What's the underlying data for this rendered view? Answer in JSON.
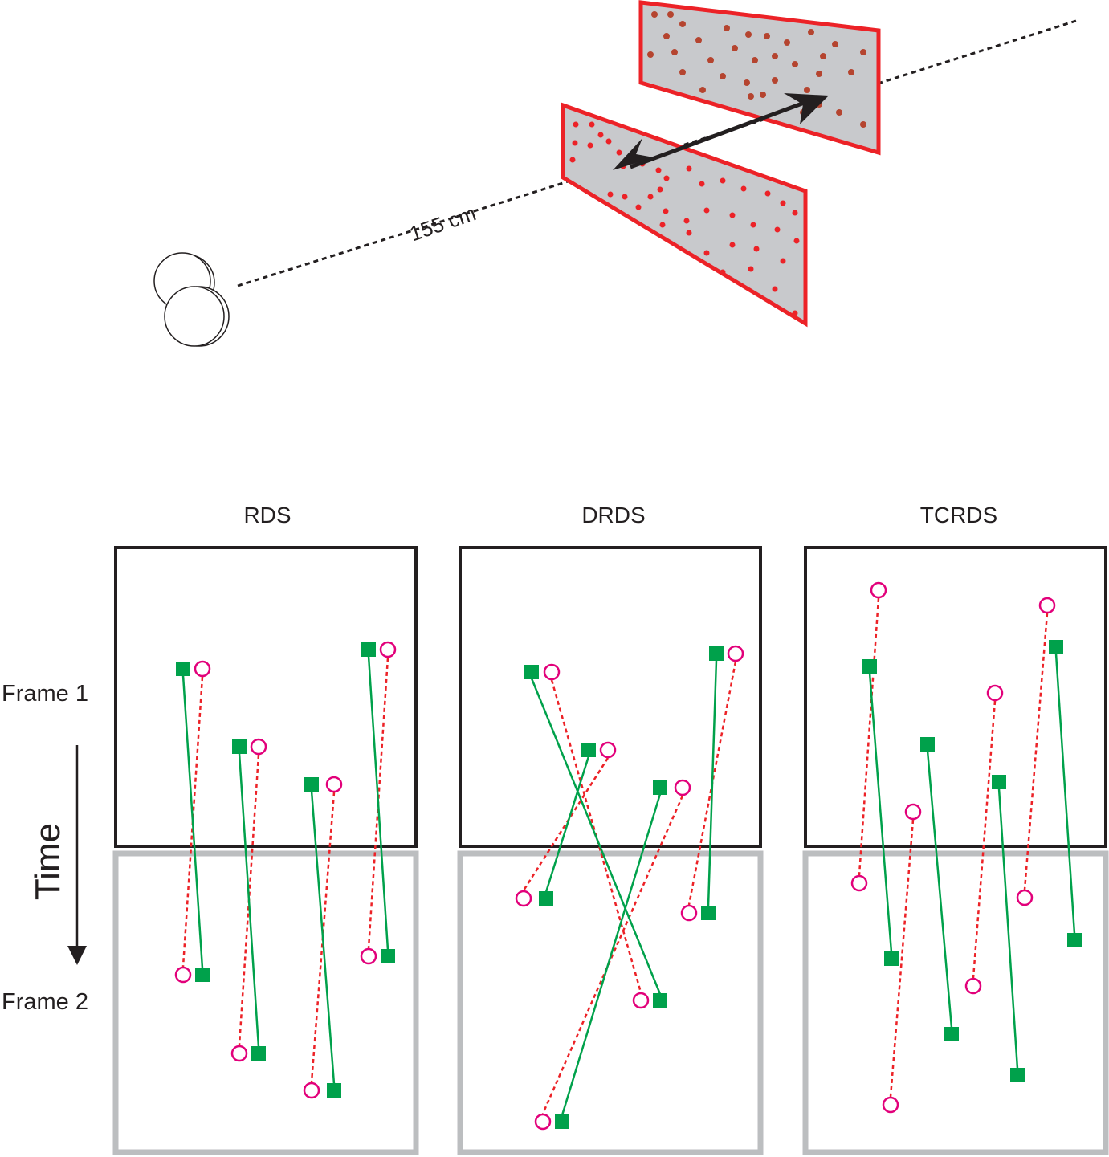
{
  "setup": {
    "distance_label": "155 cm",
    "colors": {
      "frame_border": "#ec2227",
      "near_dot": "#ec2227",
      "far_dot": "#b5442f",
      "plane_fill": "#c8c9cc",
      "arrow": "#231f20"
    }
  },
  "labels": {
    "frame1": "Frame 1",
    "frame2": "Frame 2",
    "time": "Time"
  },
  "colors": {
    "left_eye_dot": "#00a14b",
    "right_eye_dot": "#e2007a",
    "right_eye_line": "#ec2227",
    "frame1_border": "#231f20",
    "frame2_border": "#bcbec0"
  },
  "panels": [
    {
      "title": "RDS"
    },
    {
      "title": "DRDS"
    },
    {
      "title": "TCRDS"
    }
  ]
}
